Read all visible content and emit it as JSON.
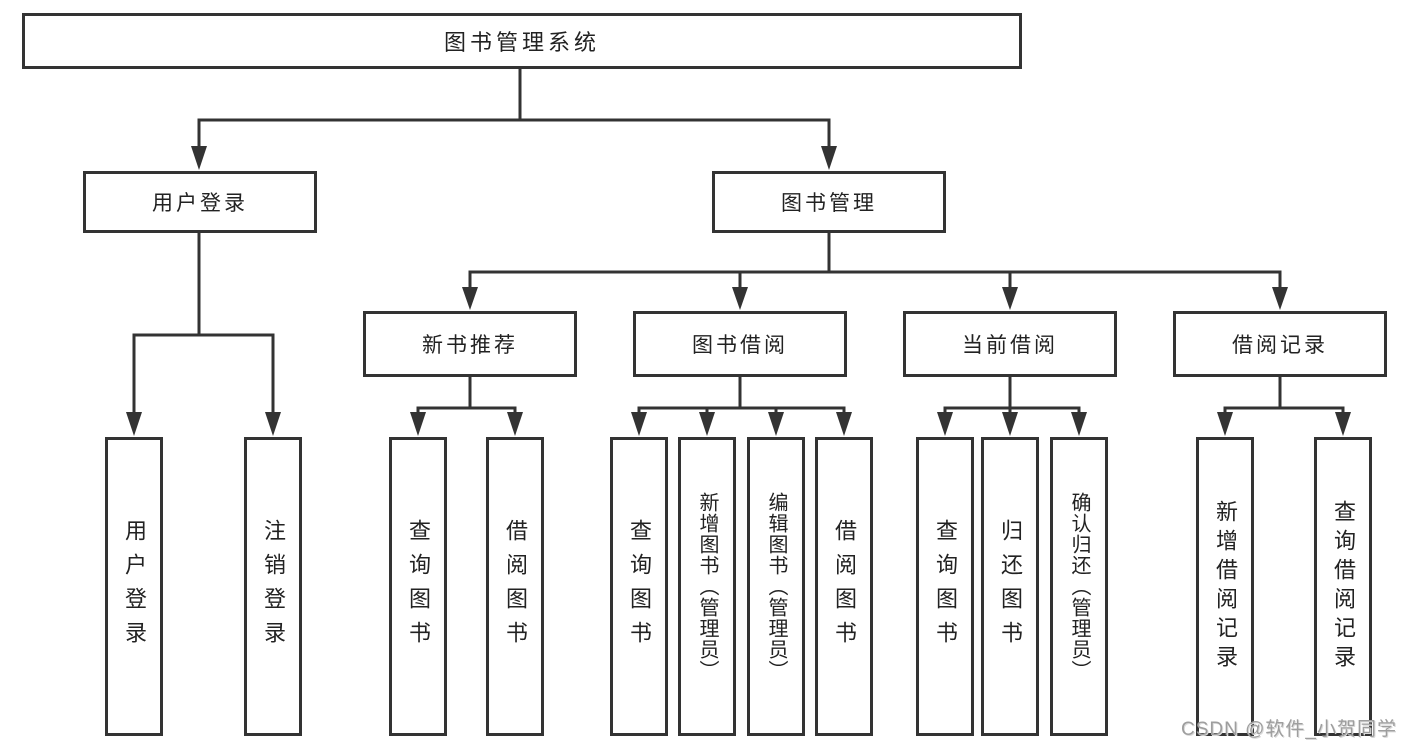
{
  "colors": {
    "line": "#333333",
    "text": "#222222",
    "watermark": "#9e9e9e",
    "background": "#ffffff"
  },
  "root": {
    "label": "图书管理系统"
  },
  "level2": {
    "user_login": "用户登录",
    "book_management": "图书管理"
  },
  "level3": {
    "new_books": "新书推荐",
    "borrowing": "图书借阅",
    "current": "当前借阅",
    "records": "借阅记录"
  },
  "leaves": {
    "user_login": [
      "用户登录",
      "注销登录"
    ],
    "new_books": [
      "查询图书",
      "借阅图书"
    ],
    "borrowing": [
      "查询图书",
      "新增图书（管理员）",
      "编辑图书（管理员）",
      "借阅图书"
    ],
    "current": [
      "查询图书",
      "归还图书",
      "确认归还（管理员）"
    ],
    "records": [
      "新增借阅记录",
      "查询借阅记录"
    ]
  },
  "watermark": {
    "text": "CSDN @软件_小贺同学"
  }
}
